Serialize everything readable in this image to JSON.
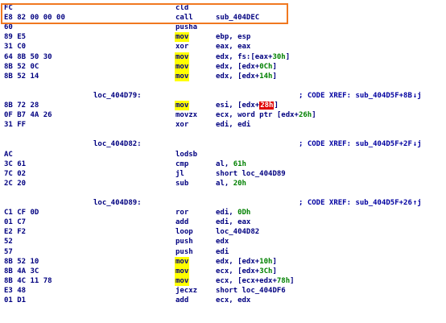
{
  "listing": [
    {
      "kind": "ins",
      "bytes": "FC",
      "mnem": "cld",
      "ops": []
    },
    {
      "kind": "ins",
      "bytes": "E8 82 00 00 00",
      "mnem": "call",
      "ops": [
        {
          "t": "sub_404DEC"
        }
      ]
    },
    {
      "kind": "ins",
      "bytes": "60",
      "mnem": "pusha",
      "ops": []
    },
    {
      "kind": "ins",
      "bytes": "89 E5",
      "mnem": "mov",
      "hl": true,
      "ops": [
        {
          "t": "ebp, esp"
        }
      ]
    },
    {
      "kind": "ins",
      "bytes": "31 C0",
      "mnem": "xor",
      "ops": [
        {
          "t": "eax, eax"
        }
      ]
    },
    {
      "kind": "ins",
      "bytes": "64 8B 50 30",
      "mnem": "mov",
      "hl": true,
      "ops": [
        {
          "t": "edx, fs:[eax+"
        },
        {
          "t": "30h",
          "imm": true
        },
        {
          "t": "]"
        }
      ]
    },
    {
      "kind": "ins",
      "bytes": "8B 52 0C",
      "mnem": "mov",
      "hl": true,
      "ops": [
        {
          "t": "edx, [edx+"
        },
        {
          "t": "0Ch",
          "imm": true
        },
        {
          "t": "]"
        }
      ]
    },
    {
      "kind": "ins",
      "bytes": "8B 52 14",
      "mnem": "mov",
      "hl": true,
      "ops": [
        {
          "t": "edx, [edx+"
        },
        {
          "t": "14h",
          "imm": true
        },
        {
          "t": "]"
        }
      ]
    },
    {
      "kind": "blank"
    },
    {
      "kind": "label",
      "label": "loc_404D79:",
      "xref": "; CODE XREF: sub_404D5F+8B",
      "arrow": "↓j"
    },
    {
      "kind": "ins",
      "bytes": "8B 72 28",
      "mnem": "mov",
      "hl": true,
      "ops": [
        {
          "t": "esi, [edx+"
        },
        {
          "t": "28h",
          "box": true
        },
        {
          "t": "]"
        }
      ]
    },
    {
      "kind": "ins",
      "bytes": "0F B7 4A 26",
      "mnem": "movzx",
      "ops": [
        {
          "t": "ecx, word ptr [edx+"
        },
        {
          "t": "26h",
          "imm": true
        },
        {
          "t": "]"
        }
      ]
    },
    {
      "kind": "ins",
      "bytes": "31 FF",
      "mnem": "xor",
      "ops": [
        {
          "t": "edi, edi"
        }
      ]
    },
    {
      "kind": "blank"
    },
    {
      "kind": "label",
      "label": "loc_404D82:",
      "xref": "; CODE XREF: sub_404D5F+2F",
      "arrow": "↓j"
    },
    {
      "kind": "ins",
      "bytes": "AC",
      "mnem": "lodsb",
      "ops": []
    },
    {
      "kind": "ins",
      "bytes": "3C 61",
      "mnem": "cmp",
      "ops": [
        {
          "t": "al, "
        },
        {
          "t": "61h",
          "imm": true
        }
      ]
    },
    {
      "kind": "ins",
      "bytes": "7C 02",
      "mnem": "jl",
      "ops": [
        {
          "t": "short loc_404D89"
        }
      ]
    },
    {
      "kind": "ins",
      "bytes": "2C 20",
      "mnem": "sub",
      "ops": [
        {
          "t": "al, "
        },
        {
          "t": "20h",
          "imm": true
        }
      ]
    },
    {
      "kind": "blank"
    },
    {
      "kind": "label",
      "label": "loc_404D89:",
      "xref": "; CODE XREF: sub_404D5F+26",
      "arrow": "↑j"
    },
    {
      "kind": "ins",
      "bytes": "C1 CF 0D",
      "mnem": "ror",
      "ops": [
        {
          "t": "edi, "
        },
        {
          "t": "0Dh",
          "imm": true
        }
      ]
    },
    {
      "kind": "ins",
      "bytes": "01 C7",
      "mnem": "add",
      "ops": [
        {
          "t": "edi, eax"
        }
      ]
    },
    {
      "kind": "ins",
      "bytes": "E2 F2",
      "mnem": "loop",
      "ops": [
        {
          "t": "loc_404D82"
        }
      ]
    },
    {
      "kind": "ins",
      "bytes": "52",
      "mnem": "push",
      "ops": [
        {
          "t": "edx"
        }
      ]
    },
    {
      "kind": "ins",
      "bytes": "57",
      "mnem": "push",
      "ops": [
        {
          "t": "edi"
        }
      ]
    },
    {
      "kind": "ins",
      "bytes": "8B 52 10",
      "mnem": "mov",
      "hl": true,
      "ops": [
        {
          "t": "edx, [edx+"
        },
        {
          "t": "10h",
          "imm": true
        },
        {
          "t": "]"
        }
      ]
    },
    {
      "kind": "ins",
      "bytes": "8B 4A 3C",
      "mnem": "mov",
      "hl": true,
      "ops": [
        {
          "t": "ecx, [edx+"
        },
        {
          "t": "3Ch",
          "imm": true
        },
        {
          "t": "]"
        }
      ]
    },
    {
      "kind": "ins",
      "bytes": "8B 4C 11 78",
      "mnem": "mov",
      "hl": true,
      "ops": [
        {
          "t": "ecx, [ecx+edx+"
        },
        {
          "t": "78h",
          "imm": true
        },
        {
          "t": "]"
        }
      ]
    },
    {
      "kind": "ins",
      "bytes": "E3 48",
      "mnem": "jecxz",
      "ops": [
        {
          "t": "short loc_404DF6"
        }
      ]
    },
    {
      "kind": "ins",
      "bytes": "01 D1",
      "mnem": "add",
      "ops": [
        {
          "t": "ecx, edx"
        }
      ]
    }
  ],
  "colors": {
    "text": "#000080",
    "immediate": "#008000",
    "mnemonic_highlight": "#ffff00",
    "register_box": "#e00000",
    "selection_outline": "#f07820"
  }
}
